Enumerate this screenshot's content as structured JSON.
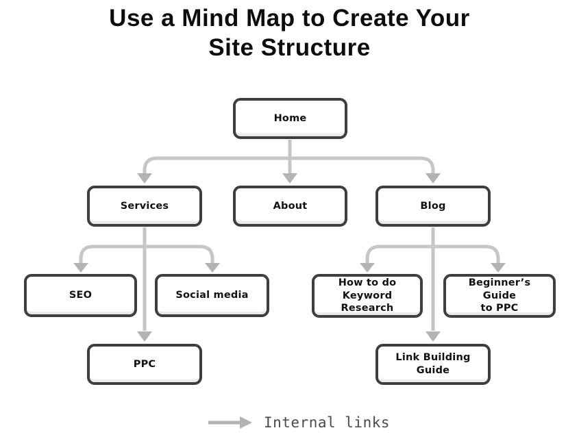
{
  "title": "Use a Mind Map to Create Your\nSite Structure",
  "mindmap": {
    "nodes": [
      {
        "id": "home",
        "label": "Home",
        "level": 1,
        "parent": null
      },
      {
        "id": "services",
        "label": "Services",
        "level": 2,
        "parent": "home"
      },
      {
        "id": "about",
        "label": "About",
        "level": 2,
        "parent": "home"
      },
      {
        "id": "blog",
        "label": "Blog",
        "level": 2,
        "parent": "home"
      },
      {
        "id": "seo",
        "label": "SEO",
        "level": 3,
        "parent": "services"
      },
      {
        "id": "social-media",
        "label": "Social media",
        "level": 3,
        "parent": "services"
      },
      {
        "id": "keyword-research",
        "label": "How to do\nKeyword Research",
        "level": 3,
        "parent": "blog"
      },
      {
        "id": "beginners-guide",
        "label": "Beginner’s Guide\nto PPC",
        "level": 3,
        "parent": "blog"
      },
      {
        "id": "ppc",
        "label": "PPC",
        "level": 4,
        "parent": "services"
      },
      {
        "id": "link-building",
        "label": "Link Building\nGuide",
        "level": 4,
        "parent": "blog"
      }
    ]
  },
  "legend": {
    "label": "Internal links",
    "icon": "right-arrow-icon"
  },
  "colors": {
    "connector_line": "#c6c6c6",
    "arrowhead": "#b3b3b3",
    "node_border": "#3e3e3e",
    "node_fill": "#ffffff",
    "node_text": "#111111",
    "title_text": "#0d0d0d",
    "legend_text": "#4a4a4a"
  }
}
